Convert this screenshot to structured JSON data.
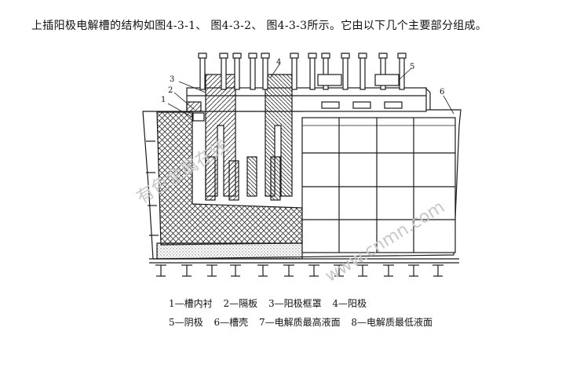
{
  "intro": "上插阳极电解槽的结构如图4-3-1、 图4-3-2、 图4-3-3所示。它由以下几个主要部分组成。",
  "callouts": [
    "1",
    "2",
    "3",
    "4",
    "5",
    "6"
  ],
  "legend": {
    "row1": [
      "1—槽内衬",
      "2—隔板",
      "3—阳极框罩",
      "4—阳极"
    ],
    "row2": [
      "5—阴极",
      "6—槽壳",
      "7—电解质最高液面",
      "8—电解质最低液面"
    ]
  },
  "watermark": {
    "text_1": "有色金属在线",
    "text_2": "www.cnmn.com"
  },
  "colors": {
    "line": "#1a1a1a",
    "hatch": "#333333",
    "watermark": "#c8c8c8"
  }
}
